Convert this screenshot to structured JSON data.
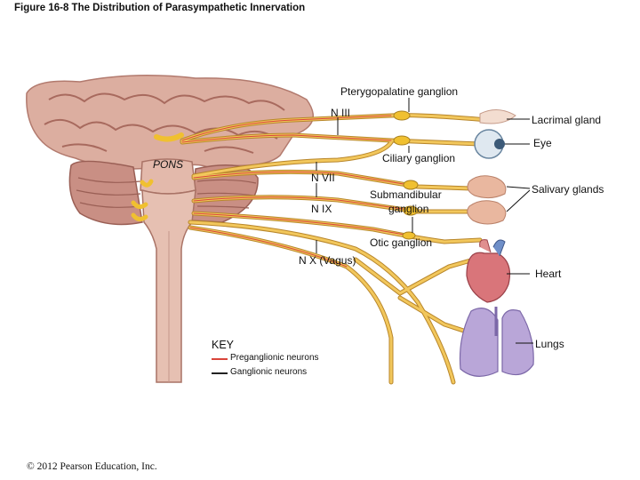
{
  "figure_title": "Figure 16-8 The Distribution of Parasympathetic Innervation",
  "labels": {
    "pterygopalatine": "Pterygopalatine ganglion",
    "n3": "N III",
    "lacrimal": "Lacrimal gland",
    "eye": "Eye",
    "ciliary": "Ciliary ganglion",
    "pons": "PONS",
    "n7": "N VII",
    "n9": "N IX",
    "submandibular_1": "Submandibular",
    "submandibular_2": "ganglion",
    "salivary": "Salivary glands",
    "otic": "Otic ganglion",
    "vagus": "N X (Vagus)",
    "heart": "Heart",
    "lungs": "Lungs"
  },
  "key": {
    "title": "KEY",
    "items": [
      {
        "label": "Preganglionic neurons",
        "color": "#d9453a"
      },
      {
        "label": "Ganglionic neurons",
        "color": "#222222"
      }
    ]
  },
  "colors": {
    "nerve": "#f0b84a",
    "nerve_outline": "#b8862a",
    "brain": "#d9a89a",
    "brain_dark": "#b8786c",
    "heart": "#d9757a",
    "lung": "#b9a6d8",
    "gland": "#e8b49a"
  },
  "copyright": "© 2012 Pearson Education, Inc."
}
